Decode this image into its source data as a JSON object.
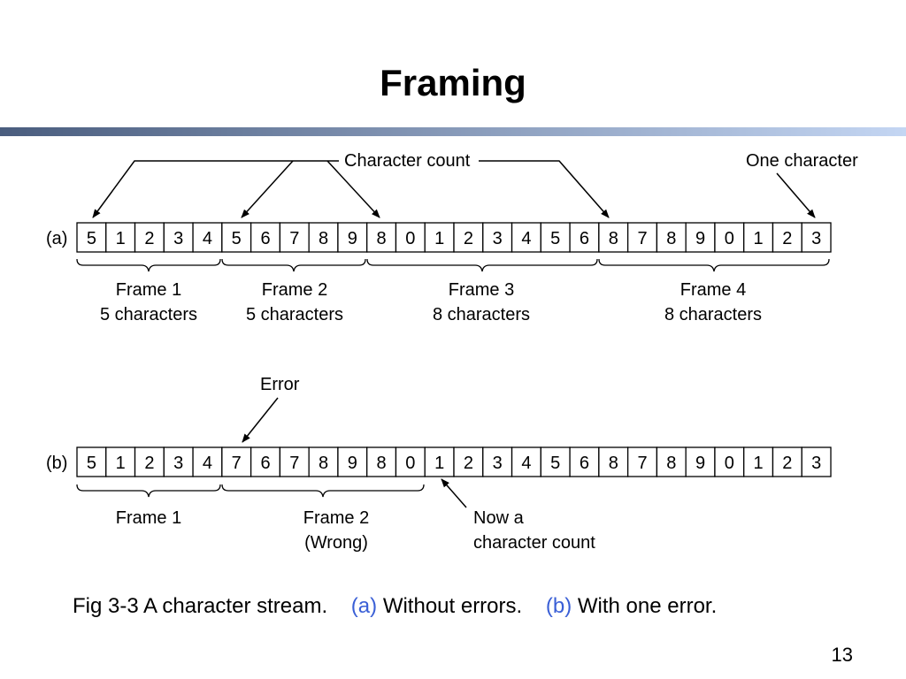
{
  "title": "Framing",
  "colors": {
    "bar_start": "#4a5d7e",
    "bar_end": "#c4d6f3",
    "caption_label": "#3a5fd6"
  },
  "diagram_a": {
    "row_label": "(a)",
    "cells": [
      "5",
      "1",
      "2",
      "3",
      "4",
      "5",
      "6",
      "7",
      "8",
      "9",
      "8",
      "0",
      "1",
      "2",
      "3",
      "4",
      "5",
      "6",
      "8",
      "7",
      "8",
      "9",
      "0",
      "1",
      "2",
      "3"
    ],
    "character_count_label": "Character count",
    "one_character_label": "One character",
    "frames": [
      {
        "name": "Frame 1",
        "size": "5 characters"
      },
      {
        "name": "Frame 2",
        "size": "5 characters"
      },
      {
        "name": "Frame 3",
        "size": "8 characters"
      },
      {
        "name": "Frame 4",
        "size": "8 characters"
      }
    ]
  },
  "diagram_b": {
    "row_label": "(b)",
    "cells": [
      "5",
      "1",
      "2",
      "3",
      "4",
      "7",
      "6",
      "7",
      "8",
      "9",
      "8",
      "0",
      "1",
      "2",
      "3",
      "4",
      "5",
      "6",
      "8",
      "7",
      "8",
      "9",
      "0",
      "1",
      "2",
      "3"
    ],
    "error_label": "Error",
    "now_count_line1": "Now a",
    "now_count_line2": "character count",
    "frames": [
      {
        "name": "Frame 1",
        "size": ""
      },
      {
        "name": "Frame 2",
        "size": "(Wrong)"
      }
    ]
  },
  "caption": {
    "prefix": "Fig 3-3 A character stream.",
    "a_label": "(a)",
    "a_text": "Without errors.",
    "b_label": "(b)",
    "b_text": "With one error."
  },
  "page_number": "13"
}
